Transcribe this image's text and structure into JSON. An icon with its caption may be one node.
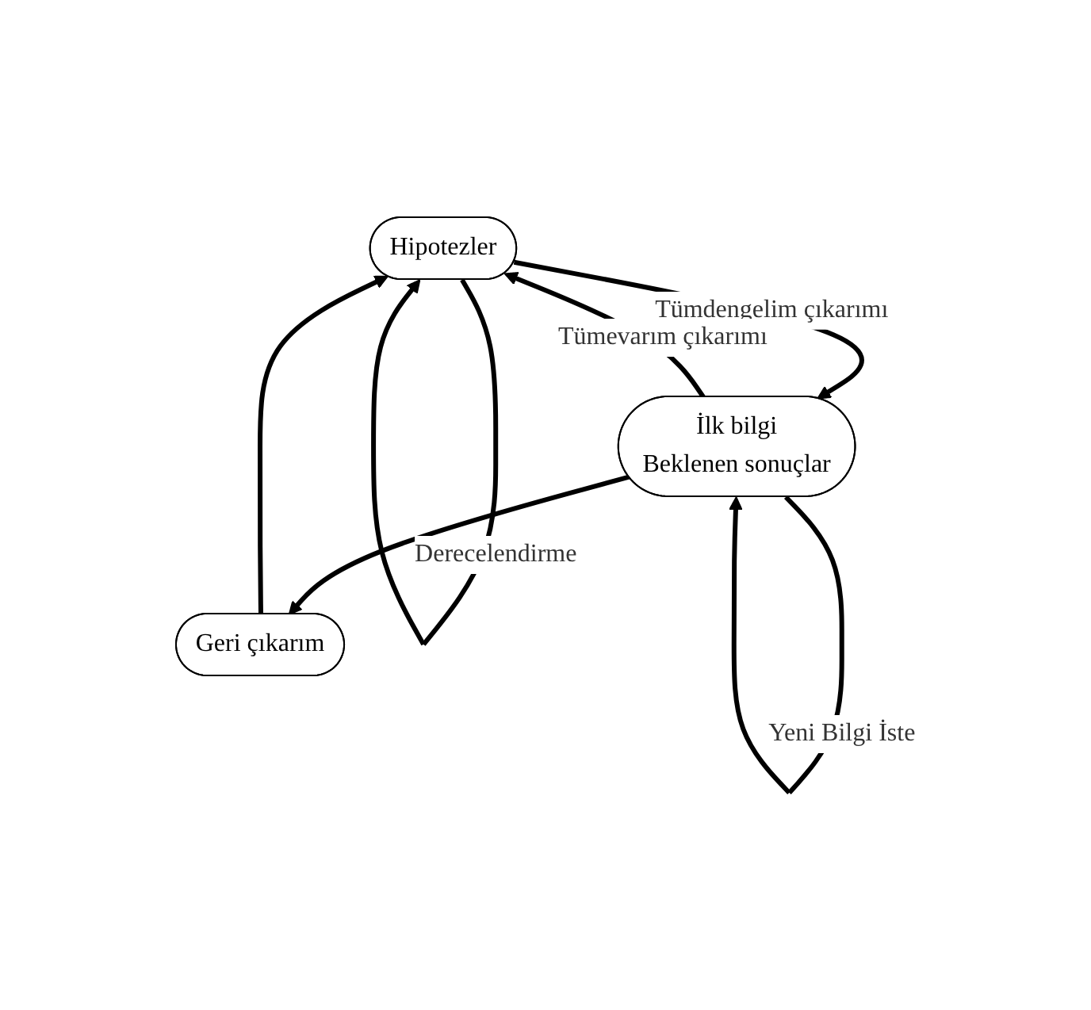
{
  "diagram": {
    "nodes": [
      {
        "text": [
          "Hipotezler"
        ]
      },
      {
        "text": [
          "Geri çıkarım"
        ]
      },
      {
        "text": [
          "İlk bilgi",
          "Beklenen sonuçlar"
        ]
      }
    ],
    "edges": [
      {
        "from": 0,
        "to": 0,
        "arrow": "to",
        "label": "Derecelendirme"
      },
      {
        "from": 1,
        "to": 0,
        "arrow": "to"
      },
      {
        "from": 0,
        "to": 2,
        "arrow": "to",
        "label": "Tümdengelim çıkarımı"
      },
      {
        "from": 2,
        "to": 0,
        "arrow": "to",
        "label": "Tümevarım çıkarımı"
      },
      {
        "from": 2,
        "to": 1,
        "arrow": "to"
      },
      {
        "from": 2,
        "to": 2,
        "arrow": "to",
        "label": "Yeni Bilgi İste"
      }
    ]
  }
}
